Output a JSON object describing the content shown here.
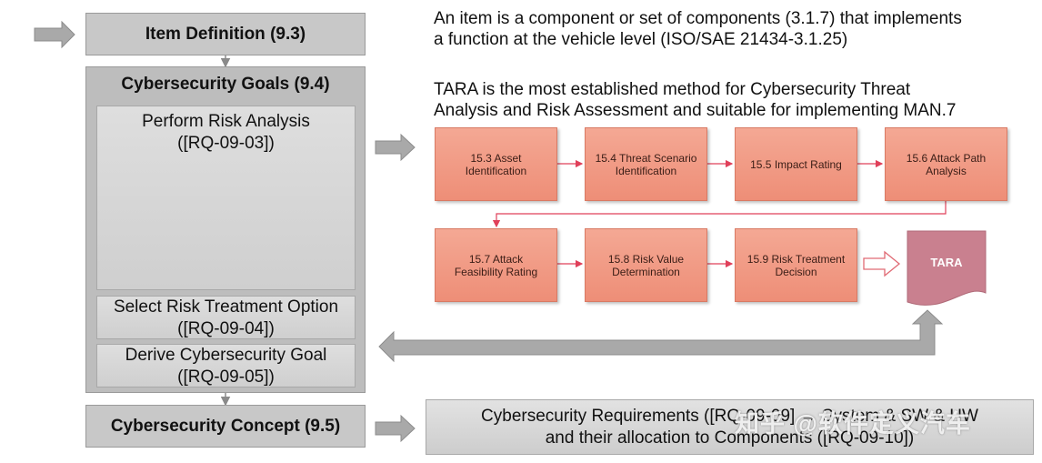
{
  "left": {
    "item_definition": "Item Definition (9.3)",
    "goals_title": "Cybersecurity Goals (9.4)",
    "risk_analysis": "Perform Risk Analysis",
    "risk_analysis_ref": "([RQ-09-03])",
    "risk_treatment": "Select Risk Treatment Option",
    "risk_treatment_ref": "([RQ-09-04])",
    "derive_goal": "Derive Cybersecurity Goal",
    "derive_goal_ref": "([RQ-09-05])",
    "concept": "Cybersecurity Concept (9.5)"
  },
  "right": {
    "item_desc_line1": "An item is a component or set of components (3.1.7) that implements",
    "item_desc_line2": "a function at the vehicle level (ISO/SAE 21434-3.1.25)",
    "tara_desc_line1": "TARA is the most established method for Cybersecurity Threat",
    "tara_desc_line2": "Analysis and Risk Assessment and suitable for implementing MAN.7",
    "steps_row1": [
      {
        "line1": "15.3 Asset",
        "line2": "Identification"
      },
      {
        "line1": "15.4 Threat Scenario",
        "line2": "Identification"
      },
      {
        "line1": "15.5 Impact Rating",
        "line2": ""
      },
      {
        "line1": "15.6 Attack Path",
        "line2": "Analysis"
      }
    ],
    "steps_row2": [
      {
        "line1": "15.7 Attack",
        "line2": "Feasibility Rating"
      },
      {
        "line1": "15.8 Risk Value",
        "line2": "Determination"
      },
      {
        "line1": "15.9 Risk Treatment",
        "line2": "Decision"
      }
    ],
    "tara_label": "TARA",
    "requirements_line1": "Cybersecurity Requirements ([RQ-09-09] → System & SW & HW",
    "requirements_line2": "and their allocation to Components ([RQ-09-10])"
  },
  "watermark": "知乎 @软件定义汽车",
  "colors": {
    "gray_box": "#c8c8c8",
    "step_fill": "#f09a84",
    "step_arrow": "#e0405a",
    "tara_doc": "#c9808f",
    "arrow_gray": "#a9a9a9"
  }
}
